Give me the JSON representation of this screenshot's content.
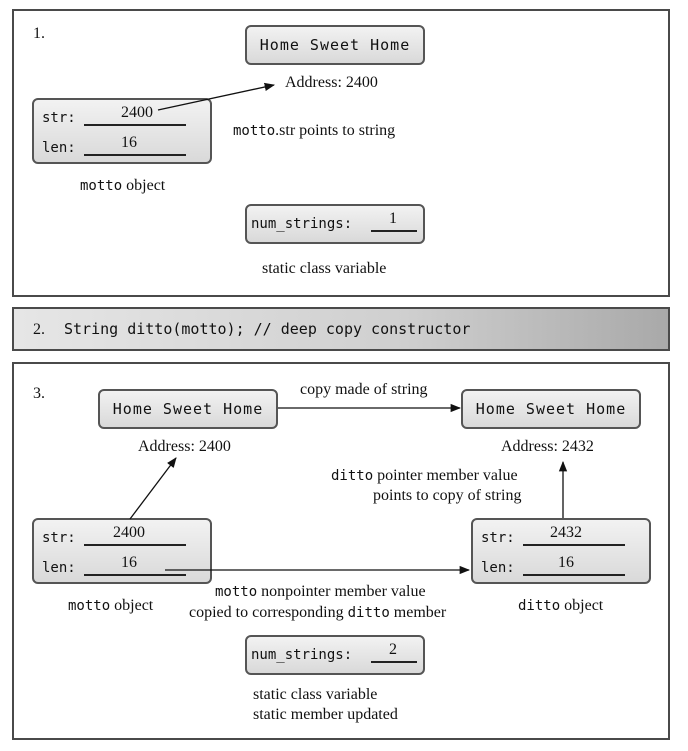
{
  "panel1": {
    "number": "1.",
    "string_value": "Home Sweet Home",
    "address": "Address: 2400",
    "str_label": "str:",
    "str_value": "2400",
    "len_label": "len:",
    "len_value": "16",
    "pointer_note_code": "motto",
    "pointer_note_text": ".str points to string",
    "object_code": "motto",
    "object_text": " object",
    "num_strings_label": "num_strings:",
    "num_strings_value": "1",
    "static_caption": "static class variable"
  },
  "panel2": {
    "number": "2.",
    "code": "String ditto(motto); // deep copy constructor"
  },
  "panel3": {
    "number": "3.",
    "left_string": "Home Sweet Home",
    "right_string": "Home Sweet Home",
    "copy_caption": "copy made of string",
    "left_address": "Address: 2400",
    "right_address": "Address: 2432",
    "ditto_note_code": "ditto",
    "ditto_note_line1": " pointer member value",
    "ditto_note_line2": "points to copy of string",
    "left_str_label": "str:",
    "left_str_value": "2400",
    "left_len_label": "len:",
    "left_len_value": "16",
    "right_str_label": "str:",
    "right_str_value": "2432",
    "right_len_label": "len:",
    "right_len_value": "16",
    "left_object_code": "motto",
    "left_object_text": " object",
    "right_object_code": "ditto",
    "right_object_text": " object",
    "nonpointer_code": "motto",
    "nonpointer_line1": " nonpointer member value",
    "nonpointer_line2_text": "copied to corresponding ",
    "nonpointer_line2_code": "ditto",
    "nonpointer_line2_end": " member",
    "num_strings_label": "num_strings:",
    "num_strings_value": "2",
    "static_caption1": "static class variable",
    "static_caption2": "static member updated"
  }
}
